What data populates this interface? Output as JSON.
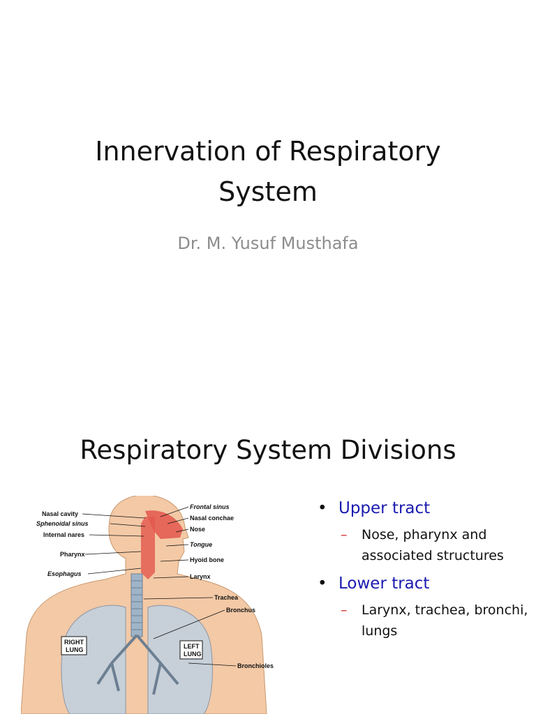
{
  "slide1": {
    "title_line1": "Innervation of Respiratory",
    "title_line2": "System",
    "author": "Dr. M. Yusuf Musthafa"
  },
  "slide2": {
    "title": "Respiratory System Divisions",
    "bullets": [
      {
        "label": "Upper tract",
        "sub": "Nose, pharynx and associated structures"
      },
      {
        "label": "Lower tract",
        "sub": "Larynx, trachea, bronchi, lungs"
      }
    ],
    "bullet_symbol": "•",
    "sub_symbol": "–",
    "diagram_labels": {
      "nasal_cavity": "Nasal cavity",
      "sphenoidal_sinus": "Sphenoidal sinus",
      "internal_nares": "Internal nares",
      "pharynx": "Pharynx",
      "esophagus": "Esophagus",
      "frontal_sinus": "Frontal sinus",
      "nasal_conchae": "Nasal conchae",
      "nose": "Nose",
      "tongue": "Tongue",
      "hyoid_bone": "Hyoid bone",
      "larynx": "Larynx",
      "trachea": "Trachea",
      "bronchus": "Bronchus",
      "right_lung_1": "RIGHT",
      "right_lung_2": "LUNG",
      "left_lung_1": "LEFT",
      "left_lung_2": "LUNG",
      "bronchioles": "Bronchioles"
    }
  },
  "colors": {
    "bullet_text": "#1a1ab0",
    "dash": "#d4312d",
    "subtitle": "#8c8c8c",
    "skin": "#f3c9a6",
    "airway": "#e2574c",
    "lung": "#c7cfd8"
  }
}
